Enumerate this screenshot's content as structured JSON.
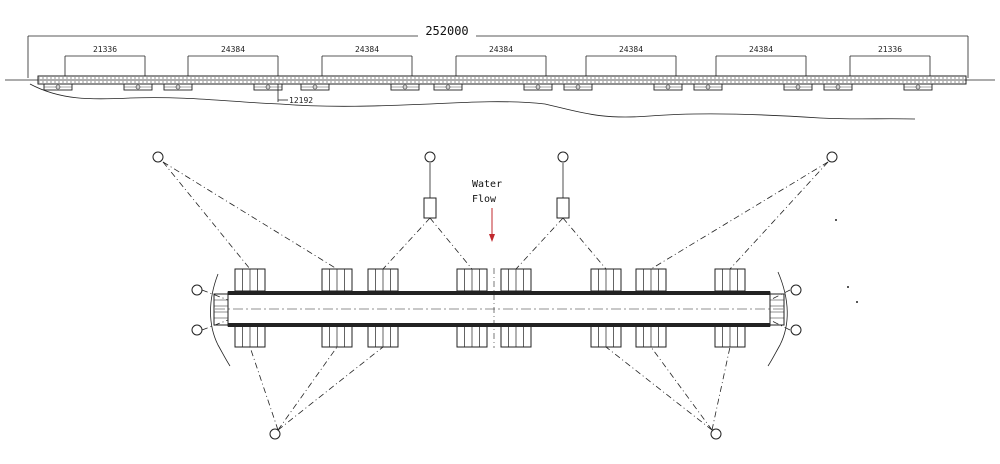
{
  "elevation": {
    "overall_length": "252000",
    "span_labels": [
      "21336",
      "24384",
      "24384",
      "24384",
      "24384",
      "24384",
      "21336"
    ],
    "spacing_label": "12192"
  },
  "plan": {
    "flow_label_line1": "Water",
    "flow_label_line2": "Flow",
    "arrow_color": "#c0282d"
  },
  "colors": {
    "line": "#222222",
    "dim": "#333333"
  }
}
